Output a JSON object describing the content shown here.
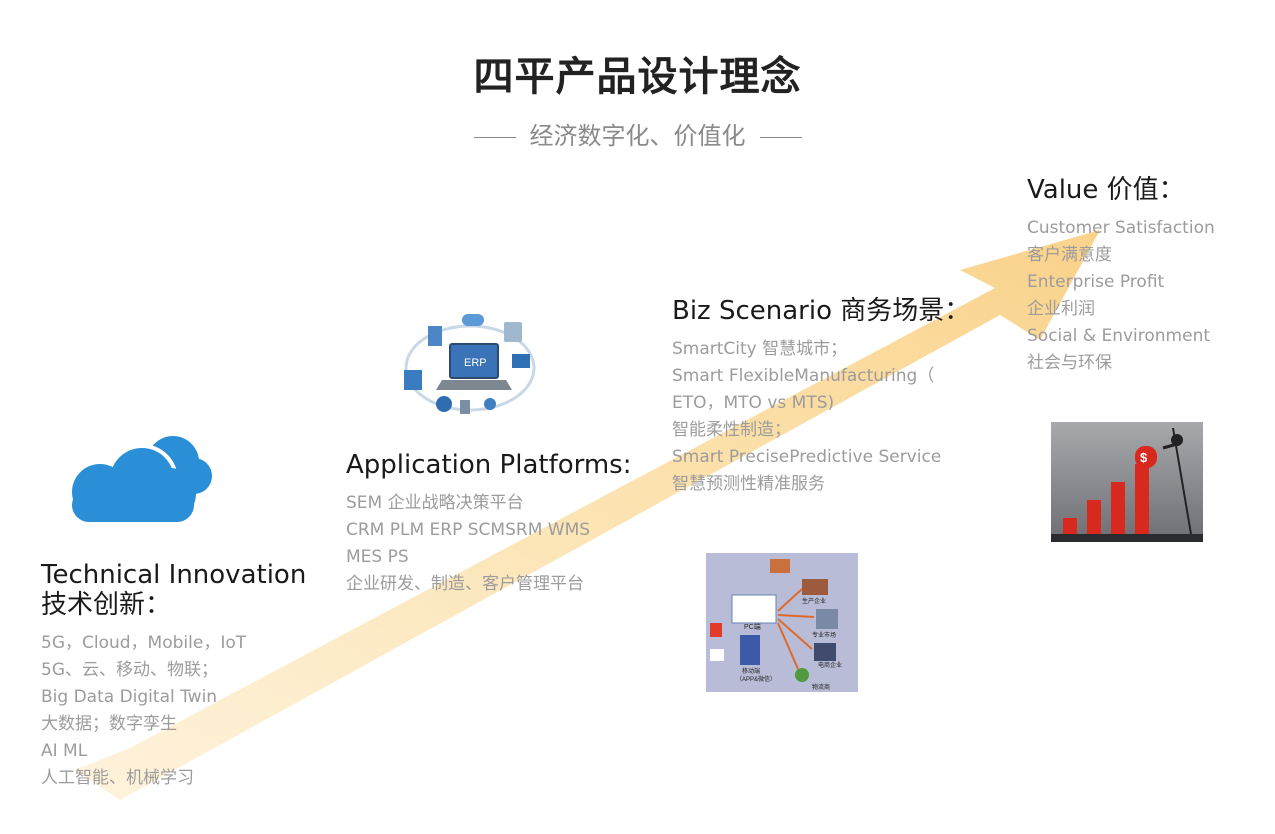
{
  "title": "四平产品设计理念",
  "subtitle": "经济数字化、价值化",
  "columns": {
    "tech": {
      "heading_en": "Technical Innovation",
      "heading_cn": "技术创新：",
      "items": [
        "5G，Cloud，Mobile，IoT",
        "5G、云、移动、物联；",
        "Big Data Digital Twin",
        "大数据；数字孪生",
        "AI ML",
        "人工智能、机械学习"
      ]
    },
    "app": {
      "heading": "Application Platforms:",
      "items": [
        "SEM 企业战略决策平台",
        "CRM PLM ERP SCMSRM WMS",
        "MES PS",
        "企业研发、制造、客户管理平台"
      ]
    },
    "biz": {
      "heading": "Biz Scenario 商务场景：",
      "items": [
        "SmartCity 智慧城市；",
        "Smart FlexibleManufacturing（",
        "ETO，MTO vs MTS)",
        "智能柔性制造；",
        "Smart PrecisePredictive Service",
        "智慧预测性精准服务"
      ]
    },
    "value": {
      "heading": "Value 价值：",
      "items": [
        "Customer Satisfaction",
        "客户满意度",
        "Enterprise Profit",
        "企业利润",
        "Social & Environment",
        "社会与环保"
      ]
    }
  },
  "diagram_labels": {
    "erp": "ERP",
    "pc": "PC端",
    "mobile_app": "移动端",
    "app_note": "（APP&微信）",
    "factory": "生产企业",
    "market": "专业市场",
    "ecommerce": "电商企业",
    "logistics": "物流商",
    "dollar": "$"
  },
  "colors": {
    "arrow": "#fbe3b5",
    "cloud": "#2a8fd6",
    "bar": "#d9281e",
    "chart_bg": "#8f9196"
  }
}
